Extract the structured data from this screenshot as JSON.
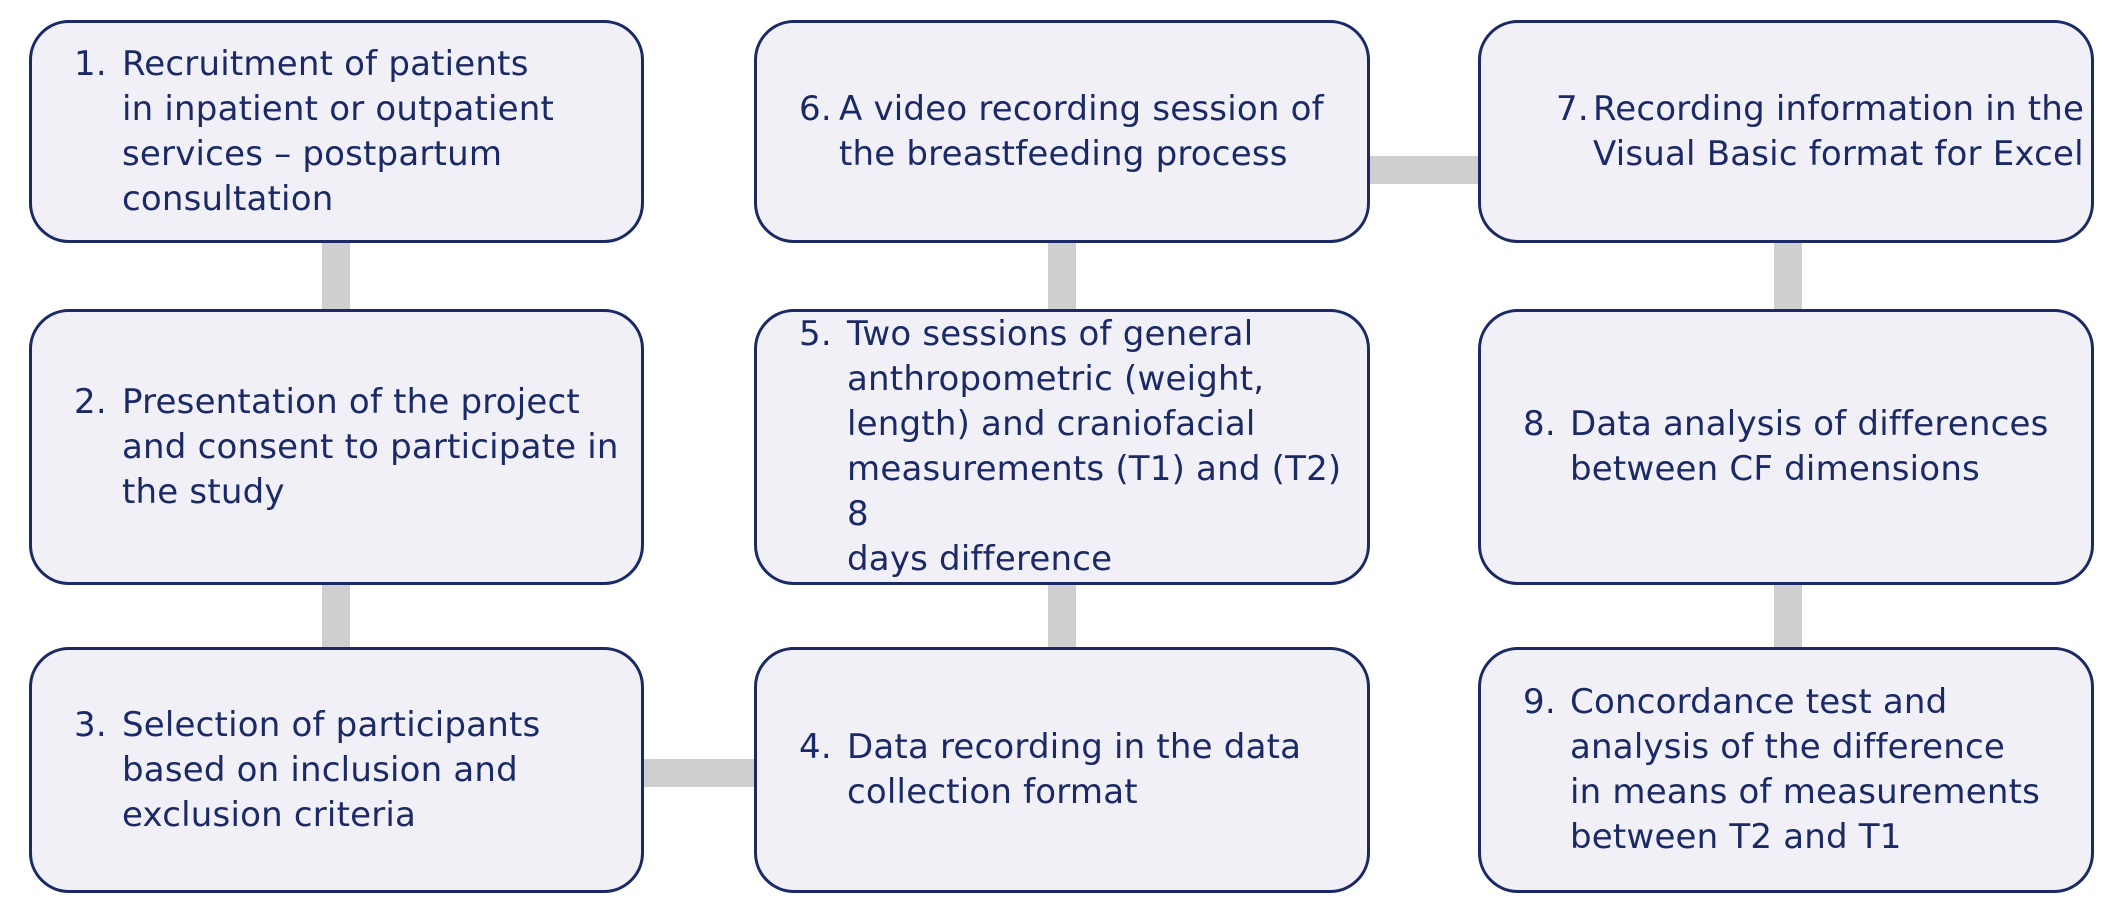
{
  "diagram": {
    "colors": {
      "box_fill": "#f0f0f6",
      "box_border": "#1b2a66",
      "text": "#1b2a66",
      "connector": "#cfcfcf"
    },
    "steps": [
      {
        "number": "1.",
        "text": "Recruitment of patients\nin inpatient or outpatient\nservices – postpartum\nconsultation"
      },
      {
        "number": "2.",
        "text": "Presentation of the project\nand consent to participate in\nthe study"
      },
      {
        "number": "3.",
        "text": "Selection of participants\nbased on inclusion and\nexclusion criteria"
      },
      {
        "number": "4.",
        "text": "Data recording in the data\ncollection format"
      },
      {
        "number": "5.",
        "text": "Two sessions of general\nanthropometric (weight,\nlength) and craniofacial\nmeasurements (T1) and (T2) 8\ndays difference"
      },
      {
        "number": "6.",
        "text": "A video recording session of\nthe breastfeeding process"
      },
      {
        "number": "7.",
        "text": "Recording information in the\nVisual Basic format for Excel"
      },
      {
        "number": "8.",
        "text": "Data analysis of differences\nbetween CF dimensions"
      },
      {
        "number": "9.",
        "text": "Concordance test and\nanalysis of the difference\nin means of measurements\nbetween T2 and T1"
      }
    ]
  }
}
